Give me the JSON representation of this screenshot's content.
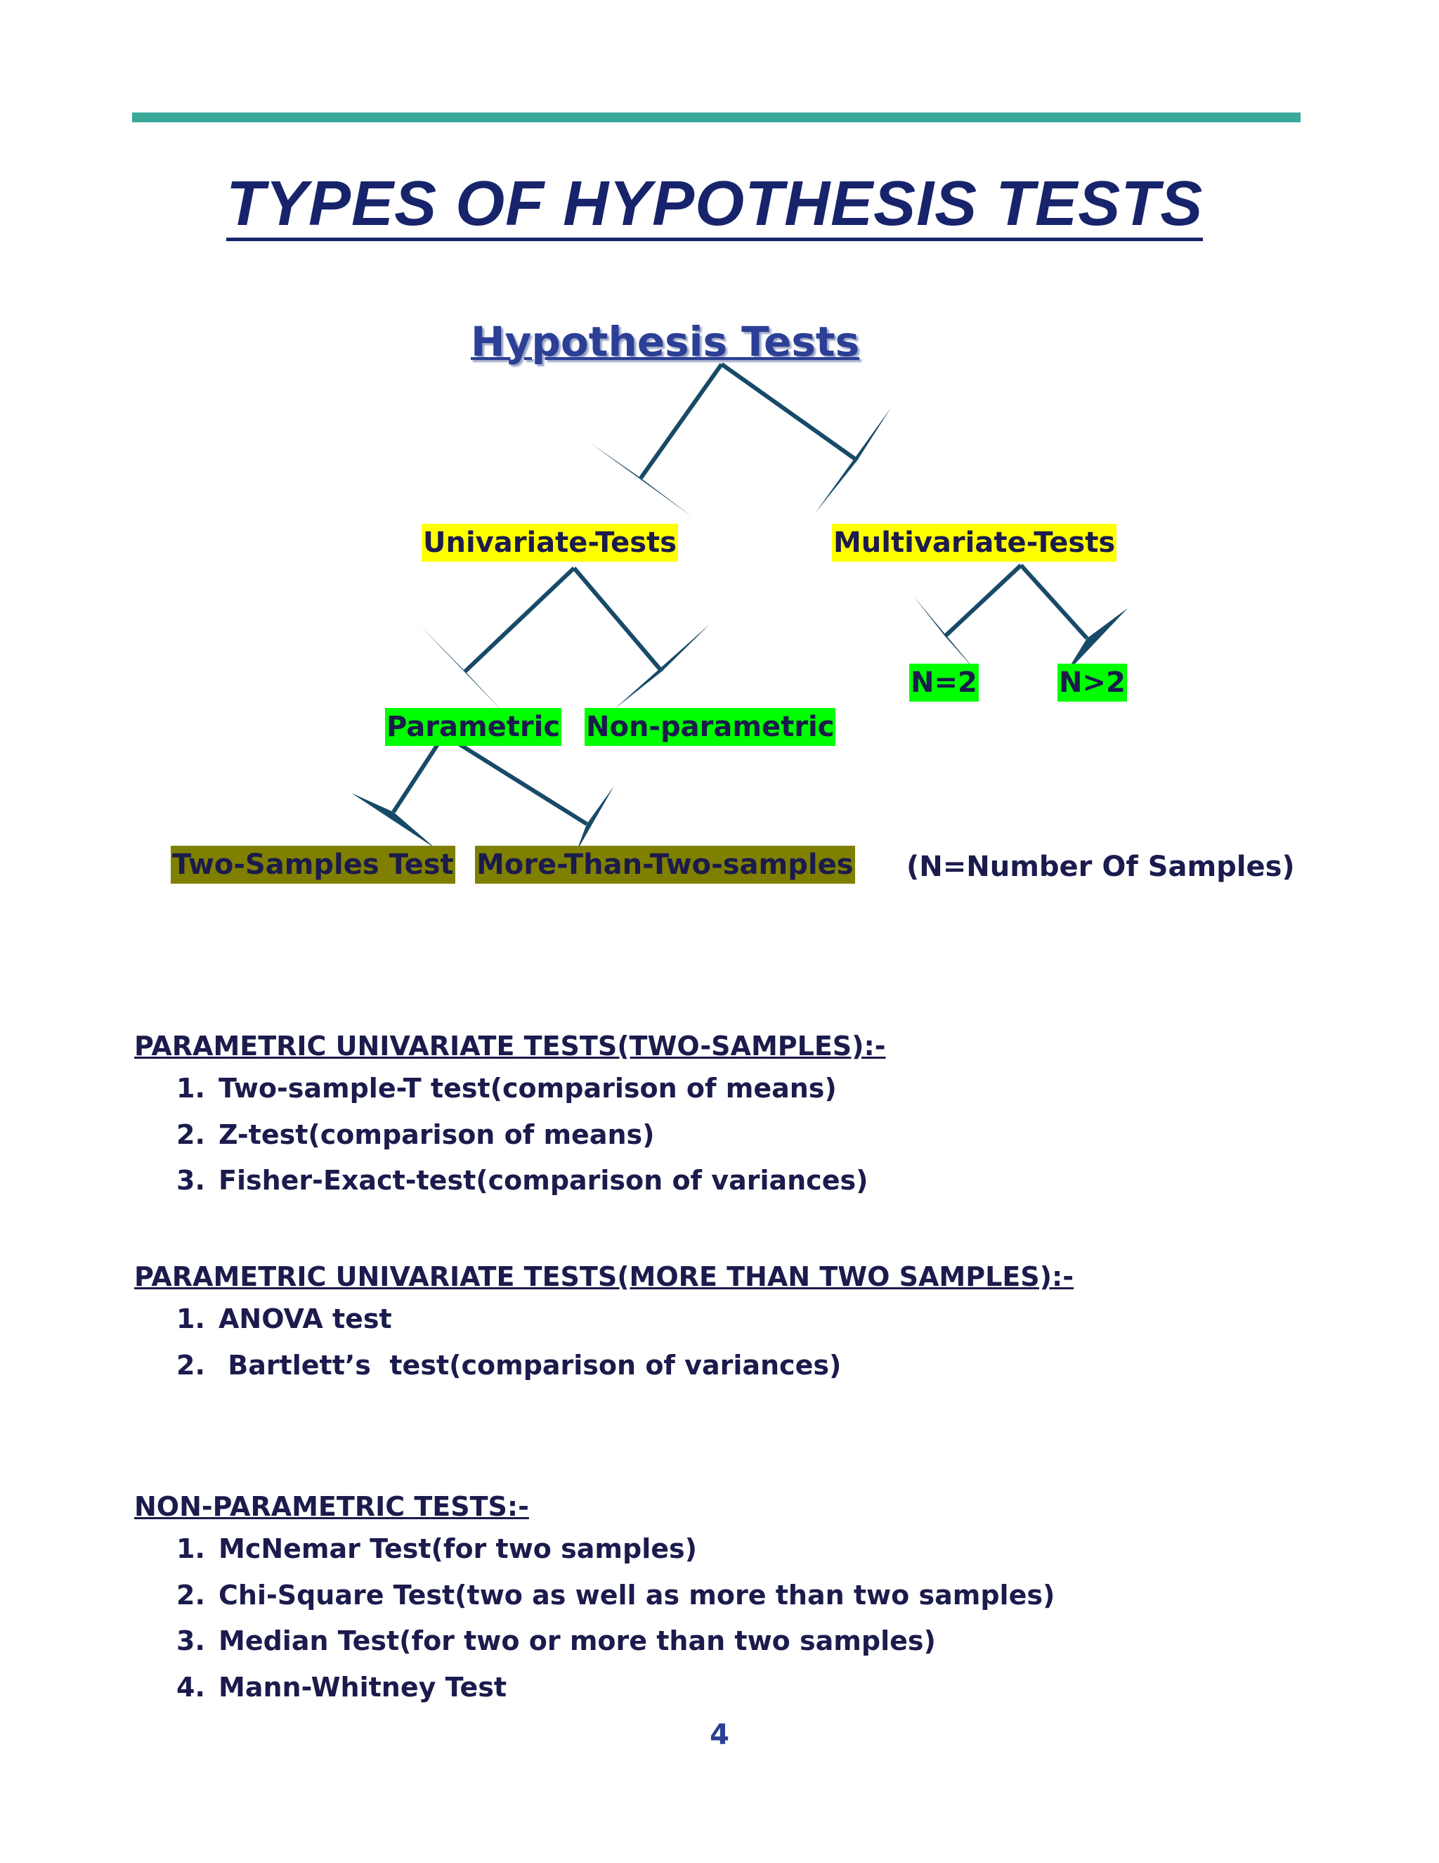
{
  "title": "TYPES OF HYPOTHESIS TESTS",
  "diagram": {
    "root": "Hypothesis  Tests",
    "univariate": "Univariate-Tests",
    "multivariate": "Multivariate-Tests",
    "parametric": "Parametric",
    "non_parametric": "Non-parametric",
    "n_equal_2": "N=2",
    "n_greater_2": "N>2",
    "two_samples": "Two-Samples Test",
    "more_than_two": "More-Than-Two-samples",
    "note": "(N=Number Of Samples)",
    "colors": {
      "arrow": "#174a68",
      "yellow": "#ffff00",
      "green": "#00ff00",
      "olive": "#808000"
    }
  },
  "sections": {
    "two_samples": {
      "heading": "PARAMETRIC  UNIVARIATE TESTS(TWO-SAMPLES):-",
      "items": [
        {
          "n": "1.",
          "text": "Two-sample-T test(comparison of means)"
        },
        {
          "n": "2.",
          "text": "Z-test(comparison of means)"
        },
        {
          "n": "3.",
          "text": "Fisher-Exact-test(comparison of variances)"
        }
      ]
    },
    "more_samples": {
      "heading": "PARAMETRIC  UNIVARIATE TESTS(MORE THAN TWO SAMPLES):-",
      "items": [
        {
          "n": "1.",
          "text": "ANOVA test"
        },
        {
          "n": "2.",
          "text": " Bartlett’s  test(comparison of variances)"
        }
      ]
    },
    "non_parametric": {
      "heading": "NON-PARAMETRIC TESTS:-",
      "items": [
        {
          "n": "1.",
          "text": "McNemar Test(for two samples)"
        },
        {
          "n": "2.",
          "text": "Chi-Square Test(two as well as more than two samples)"
        },
        {
          "n": "3.",
          "text": "Median Test(for two or more than two samples)"
        },
        {
          "n": "4.",
          "text": "Mann-Whitney Test"
        }
      ]
    }
  },
  "page_number": "4",
  "colors": {
    "rule": "#3aa99a",
    "title": "#17246b",
    "text": "#1b1b4d"
  }
}
